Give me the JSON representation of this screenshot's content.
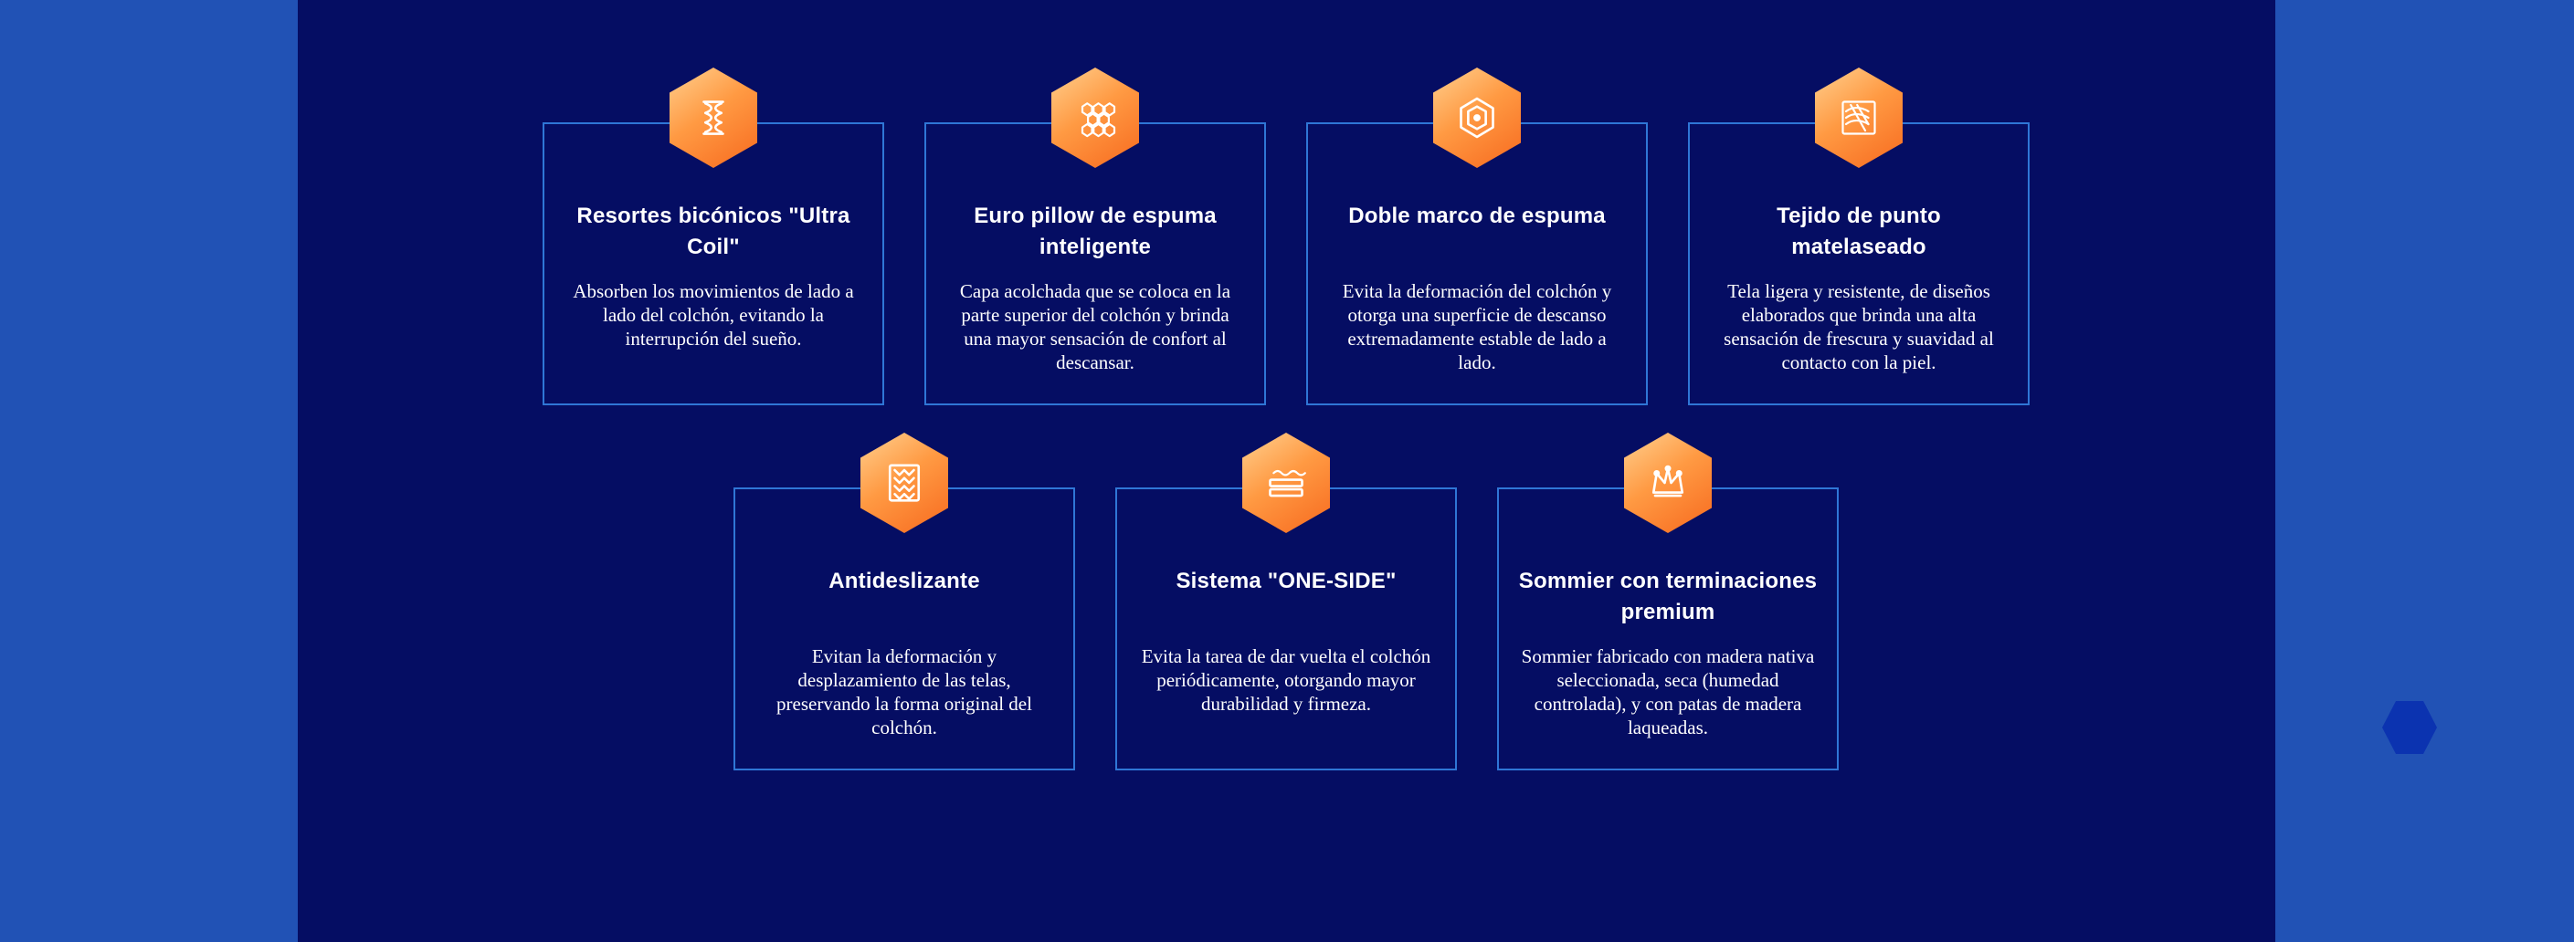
{
  "cards": [
    {
      "title": "Resortes bicónicos \"Ultra Coil\"",
      "description": "Absorben los movimientos de lado a lado del colchón, evitando la interrupción del sueño.",
      "icon": "coil-spring-icon"
    },
    {
      "title": "Euro pillow de espuma inteligente",
      "description": "Capa acolchada que se coloca en la parte superior del colchón y brinda una mayor sensación de confort al descansar.",
      "icon": "honeycomb-foam-icon"
    },
    {
      "title": "Doble marco de espuma",
      "description": "Evita la deformación del colchón y otorga una superficie de descanso extremadamente estable de lado a lado.",
      "icon": "foam-frame-icon"
    },
    {
      "title": "Tejido de punto matelaseado",
      "description": "Tela ligera y resistente, de diseños elaborados que brinda una alta sensación de frescura y suavidad al contacto con la piel.",
      "icon": "knit-fabric-icon"
    },
    {
      "title": "Antideslizante",
      "description": "Evitan la deformación y desplazamiento de las telas, preservando la forma original del colchón.",
      "icon": "anti-slip-icon"
    },
    {
      "title": "Sistema \"ONE-SIDE\"",
      "description": "Evita la tarea de dar vuelta el colchón periódicamente, otorgando mayor durabilidad y firmeza.",
      "icon": "one-side-layers-icon"
    },
    {
      "title": "Sommier con terminaciones premium",
      "description": "Sommier fabricado con madera nativa seleccionada, seca (humedad controlada), y con patas de madera laqueadas.",
      "icon": "crown-icon"
    }
  ],
  "colors": {
    "outer_background": "#2152b5",
    "panel_background": "#050d63",
    "card_border": "#2f76d6",
    "icon_gradient_start": "#ffd08f",
    "icon_gradient_end": "#f76a1f",
    "text": "#ffffff"
  }
}
